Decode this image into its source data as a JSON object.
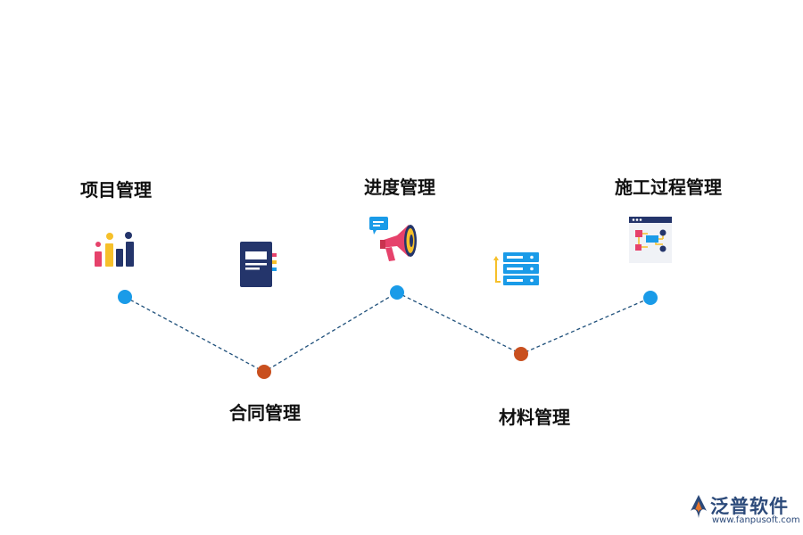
{
  "nodes": [
    {
      "label": "项目管理",
      "color": "#1a9be8"
    },
    {
      "label": "合同管理",
      "color": "#c9501f"
    },
    {
      "label": "进度管理",
      "color": "#1a9be8"
    },
    {
      "label": "材料管理",
      "color": "#c9501f"
    },
    {
      "label": "施工过程管理",
      "color": "#1a9be8"
    }
  ],
  "connector": {
    "style": "dashed",
    "color": "#1e4f7a"
  },
  "icons": [
    "bar-chart-icon",
    "document-icon",
    "megaphone-icon",
    "server-list-icon",
    "flowchart-window-icon"
  ],
  "brand": {
    "name": "泛普软件",
    "url": "www.fanpusoft.com"
  }
}
